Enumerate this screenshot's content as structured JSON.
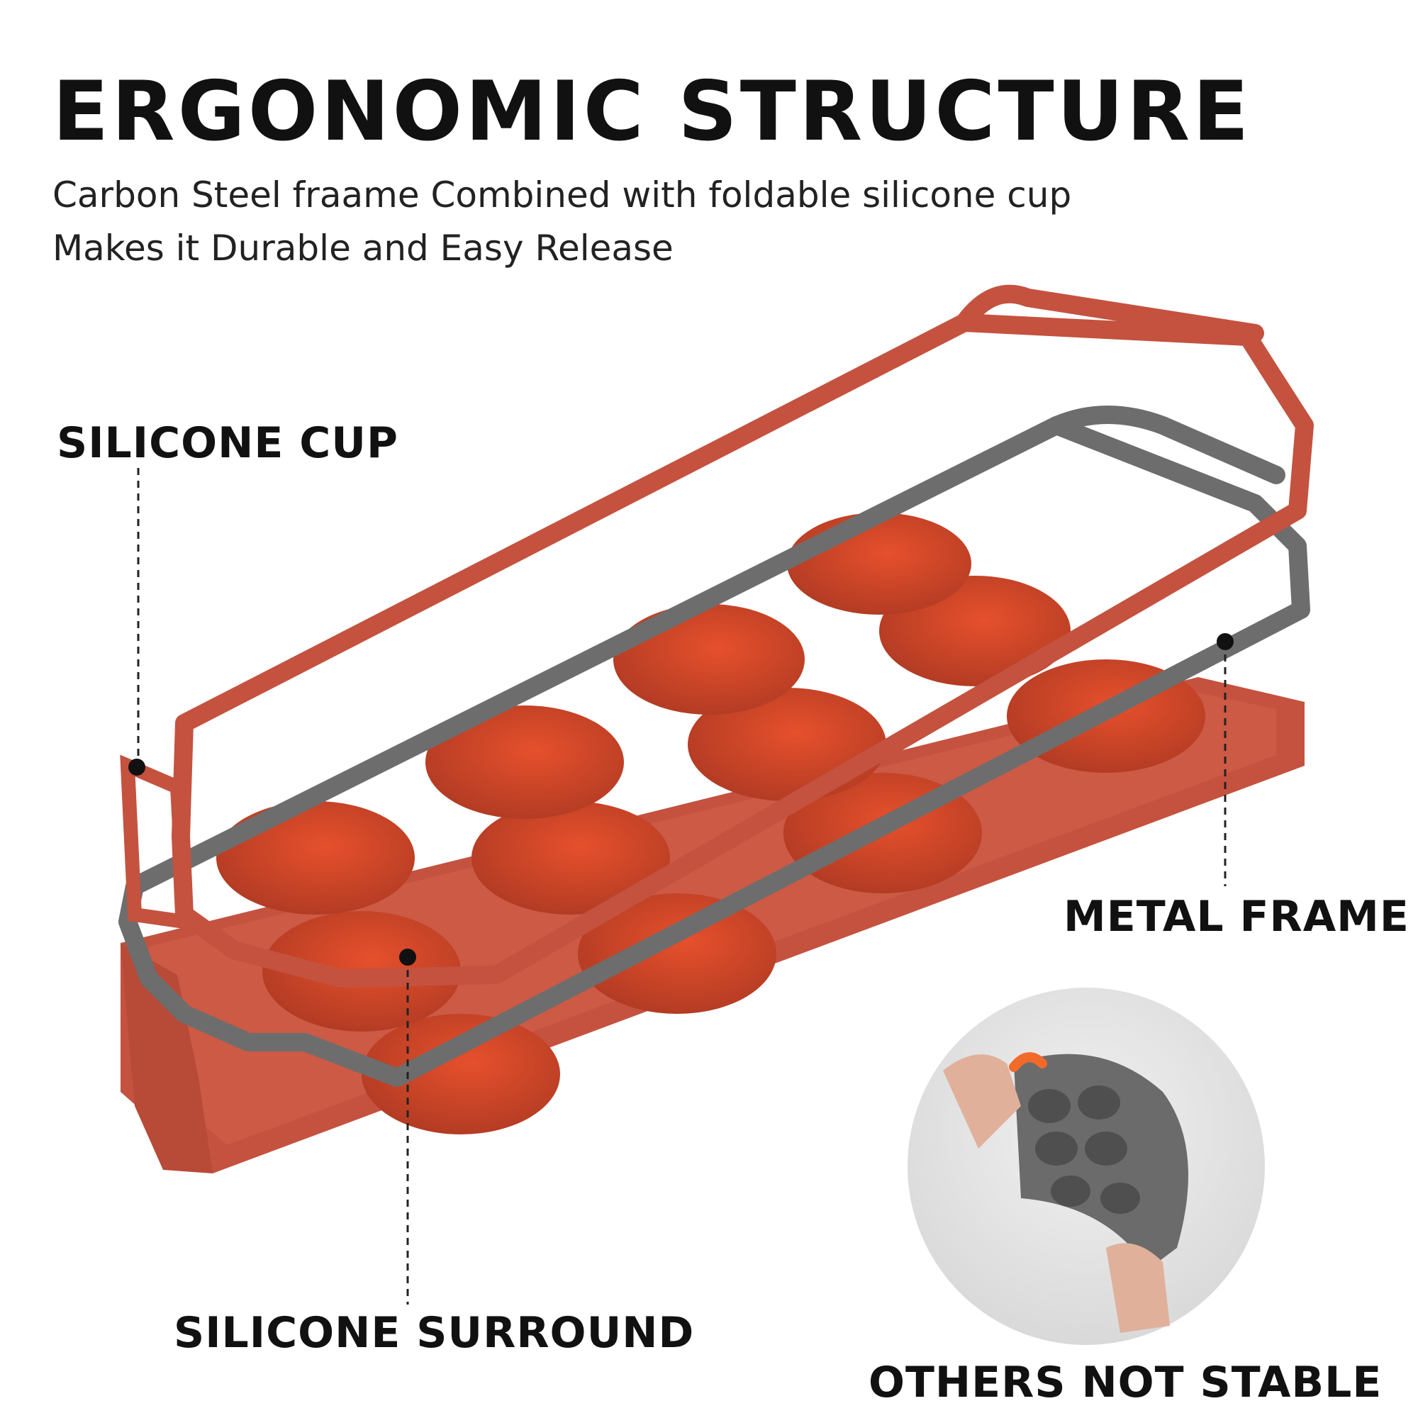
{
  "heading": "ERGONOMIC STRUCTURE",
  "subtitle_line1": "Carbon Steel fraame Combined with foldable silicone cup",
  "subtitle_line2": "Makes it Durable and Easy Release",
  "labels": {
    "silicone_cup": "SILICONE CUP",
    "metal_frame": "METAL FRAME",
    "silicone_surround": "SILICONE SURROUND",
    "others_not_stable": "OTHERS NOT  STABLE"
  },
  "colors": {
    "silicone_red": "#c4523f",
    "cup_orange": "#d8482a",
    "frame_gray": "#6d6d6d",
    "text": "#111111"
  }
}
